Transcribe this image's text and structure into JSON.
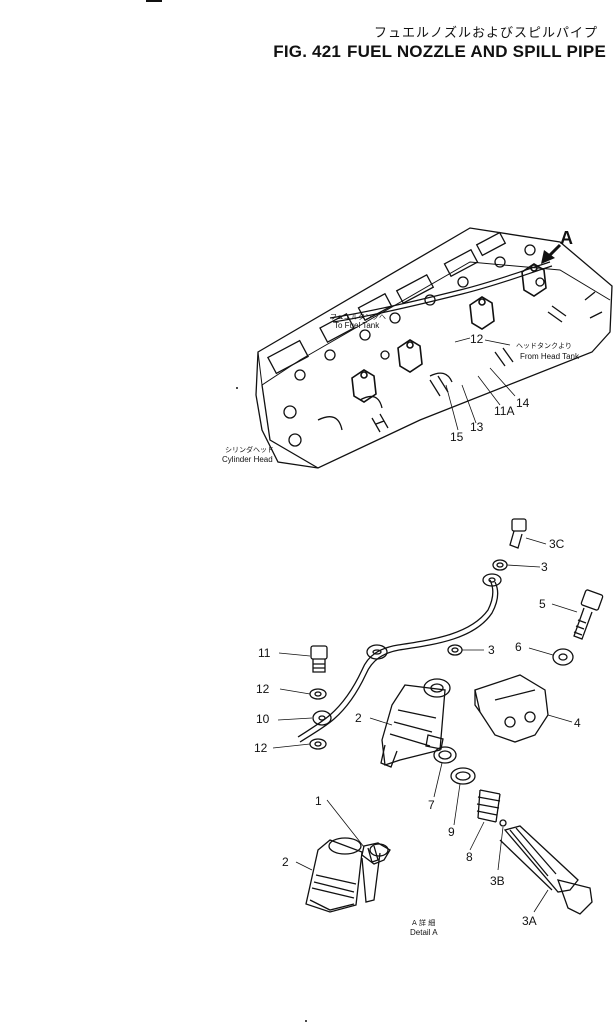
{
  "header": {
    "title_jp": "フュエルノズルおよびスピルパイプ",
    "fig_no": "FIG. 421",
    "title_en": "FUEL NOZZLE AND SPILL PIPE"
  },
  "upper_view": {
    "view_marker": "A",
    "callouts": {
      "to_fuel_tank_jp": "フュエルタンクへ",
      "to_fuel_tank_en": "To Fuel Tank",
      "from_head_tank_jp": "ヘッドタンクより",
      "from_head_tank_en": "From Head Tank",
      "cylinder_head_jp": "シリンダヘッド",
      "cylinder_head_en": "Cylinder Head"
    },
    "part_numbers": [
      "12",
      "14",
      "11A",
      "13",
      "15"
    ]
  },
  "lower_view": {
    "part_numbers": [
      "3C",
      "3",
      "5",
      "3",
      "6",
      "11",
      "12",
      "10",
      "2",
      "4",
      "12",
      "7",
      "9",
      "1",
      "8",
      "3B",
      "2",
      "3A"
    ],
    "detail_jp": "A 詳 細",
    "detail_en": "Detail A"
  }
}
